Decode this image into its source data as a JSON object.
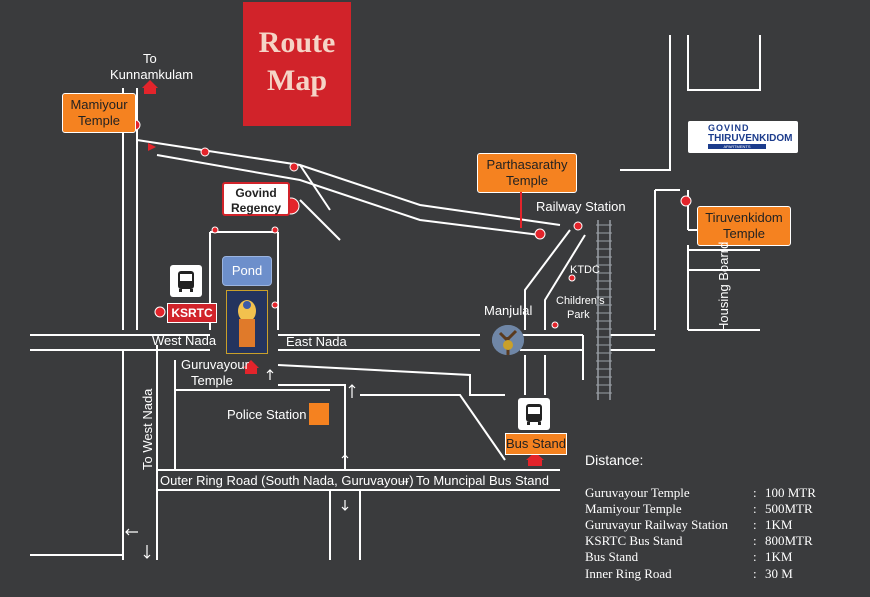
{
  "title": {
    "line1": "Route",
    "line2": "Map"
  },
  "labels": {
    "to": "To",
    "kunnamkulam": "Kunnamkulam",
    "railway_station": "Railway Station",
    "ktdc": "KTDC",
    "childrens": "Children's",
    "park": "Park",
    "manjulal": "Manjulal",
    "west_nada": "West Nada",
    "east_nada": "East Nada",
    "guruvayour": "Guruvayour",
    "temple": "Temple",
    "police_station": "Police Station",
    "to_west_nada": "To West Nada",
    "housing_board": "Housing Boarrd",
    "outer_ring_road": "Outer Ring Road (South Nada, Guruvayour)",
    "arrow": "→",
    "to_muncipal": "To Muncipal Bus Stand"
  },
  "boxes": {
    "mamiyour": {
      "line1": "Mamiyour",
      "line2": "Temple"
    },
    "parthasarathy": {
      "line1": "Parthasarathy",
      "line2": "Temple"
    },
    "tiruvenkidom": {
      "line1": "Tiruvenkidom",
      "line2": "Temple"
    },
    "govind_regency": {
      "line1": "Govind",
      "line2": "Regency"
    },
    "pond": "Pond",
    "ksrtc": "KSRTC",
    "bus_stand": "Bus Stand"
  },
  "apartment_logo": {
    "line1": "GOVIND",
    "line2": "THIRUVENKIDOM",
    "line3": "APARTMENTS"
  },
  "distance": {
    "title": "Distance:",
    "rows": [
      {
        "place": "Guruvayour Temple",
        "sep": ":",
        "value": "100 MTR"
      },
      {
        "place": "Mamiyour Temple",
        "sep": ":",
        "value": "500MTR"
      },
      {
        "place": "Guruvayur Railway Station",
        "sep": ":",
        "value": "1KM"
      },
      {
        "place": "KSRTC Bus Stand",
        "sep": ":",
        "value": "800MTR"
      },
      {
        "place": "Bus Stand",
        "sep": ":",
        "value": "1KM"
      },
      {
        "place": "Inner Ring Road",
        "sep": ":",
        "value": "30 M"
      }
    ]
  },
  "colors": {
    "background": "#3a3b3d",
    "road_edge": "#ffffff",
    "marker": "#e3242b",
    "orange": "#f58220",
    "title_red": "#d1232a"
  }
}
